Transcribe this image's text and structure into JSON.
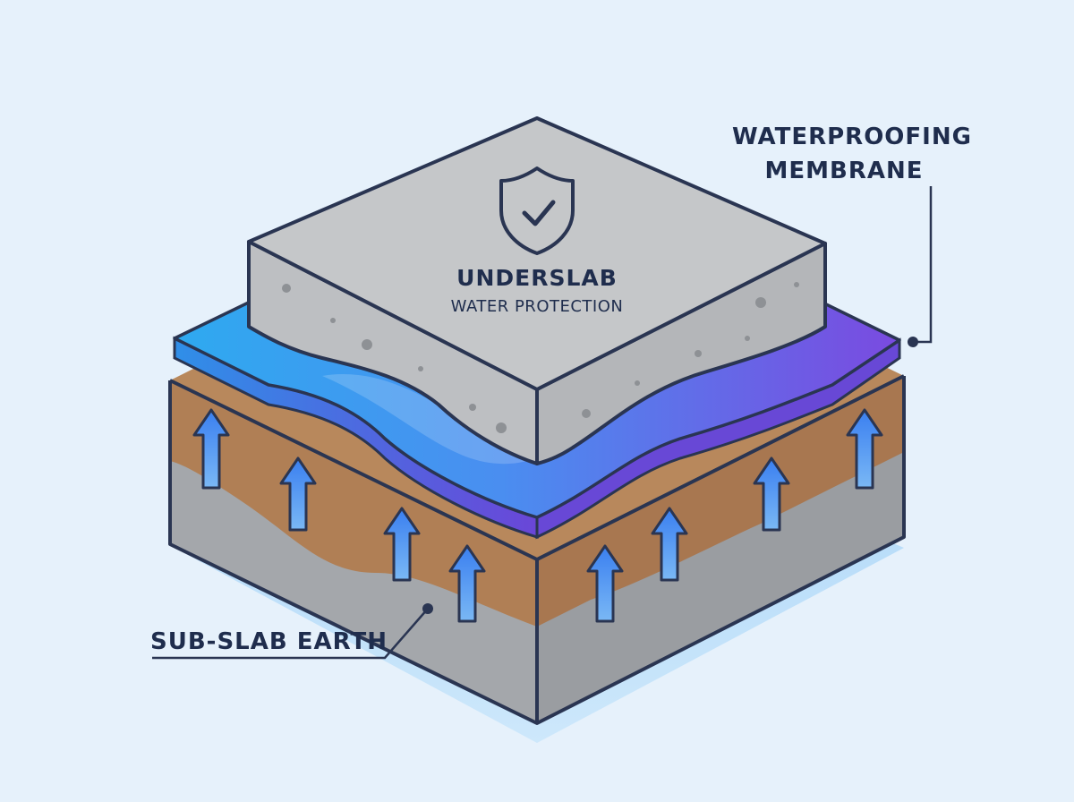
{
  "labels": {
    "title_line1": "UNDERSLAB",
    "title_line2": "WATER PROTECTION",
    "membrane_line1": "WATERPROOFING",
    "membrane_line2": "MEMBRANE",
    "earth": "SUB-SLAB EARTH"
  },
  "icons": {
    "badge": "shield-check-icon",
    "flow": "arrow-up-icon"
  },
  "colors": {
    "background": "#e6f1fb",
    "outline": "#2a3552",
    "concrete": "#c5c7c9",
    "soil": "#b07f55",
    "membrane_start": "#2eaaf0",
    "membrane_end": "#7a4ae0",
    "arrow": "#3a8fef"
  }
}
